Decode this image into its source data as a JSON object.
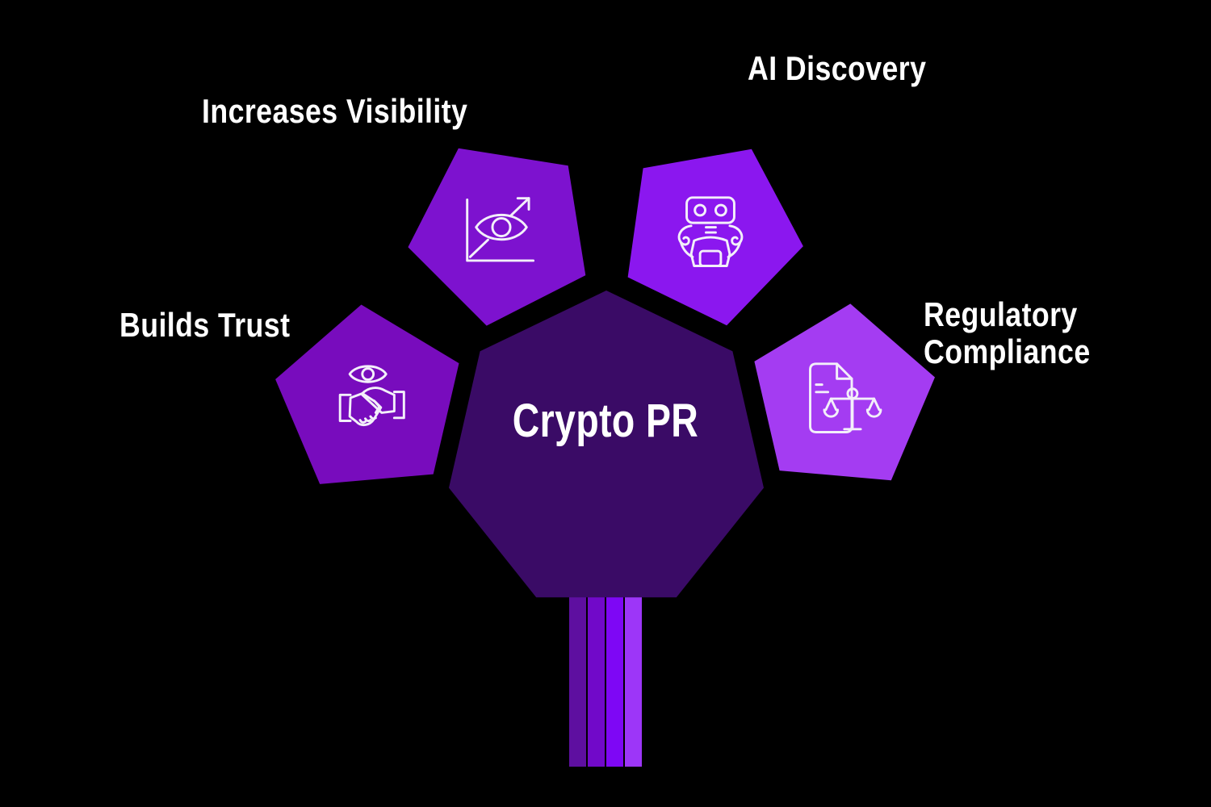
{
  "diagram": {
    "title": {
      "label": "Crypto PR"
    },
    "center_shape": {
      "fill": "#3A0B66"
    },
    "petals": [
      {
        "label": "Builds Trust",
        "fill": "#780CBD",
        "icon": "eye-handshake-icon"
      },
      {
        "label": "Increases Visibility",
        "fill": "#7D12CF",
        "icon": "growth-arrow-eye-icon"
      },
      {
        "label": "AI Discovery",
        "fill": "#8B17EF",
        "icon": "robot-icon"
      },
      {
        "label": "Regulatory Compliance",
        "fill": "#A43CF2",
        "icon": "document-scales-icon"
      }
    ],
    "stem_colors": [
      "#5E0FA0",
      "#7109C9",
      "#7E07F5",
      "#9D36F8"
    ],
    "colors": {
      "background": "#000000",
      "text": "#FFFFFF",
      "icon_stroke": "#F3EFFA"
    }
  }
}
